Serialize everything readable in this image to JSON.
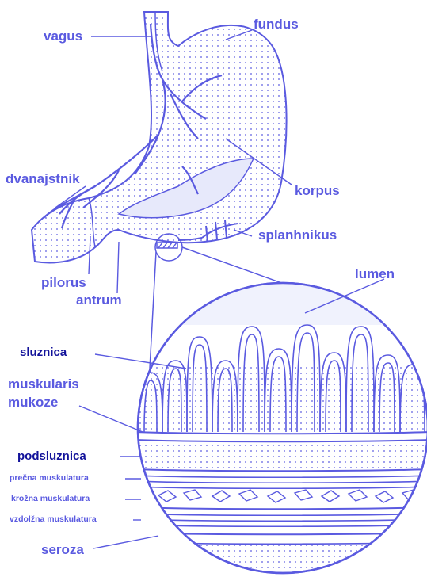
{
  "labels": {
    "vagus": "vagus",
    "fundus": "fundus",
    "dvanajstnik": "dvanajstnik",
    "korpus": "korpus",
    "splanhnikus": "splanhnikus",
    "pilorus": "pilorus",
    "antrum": "antrum",
    "lumen": "lumen",
    "sluznica": "sluznica",
    "muskularis_line1": "muskularis",
    "muskularis_line2": "mukoze",
    "podsluznica": "podsluznica",
    "precna": "prečna muskulatura",
    "krozna": "krožna muskulatura",
    "vzdolzna": "vzdolžna muskulatura",
    "seroza": "seroza"
  },
  "colors": {
    "line": "#5a5ae0",
    "label": "#5a5ae0",
    "label_dark": "#12129a",
    "fill": "#eef0fc"
  }
}
